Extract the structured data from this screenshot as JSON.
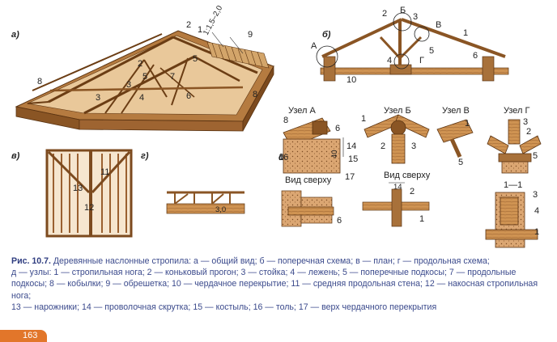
{
  "panels": {
    "a": "а)",
    "b": "б)",
    "v": "в)",
    "g": "г)",
    "d": "д)"
  },
  "nodes": {
    "A": "Узел А",
    "B": "Узел Б",
    "V": "Узел В",
    "G": "Узел Г"
  },
  "top_view": "Вид сверху",
  "section": "1—1",
  "slope": "1:1,5–2,0",
  "dims": {
    "d40": "40",
    "d14": "14",
    "d30": "3,0"
  },
  "marks_a": [
    "1",
    "2",
    "3",
    "4",
    "5",
    "6",
    "7",
    "8",
    "9"
  ],
  "circle_letters": {
    "A": "А",
    "B": "Б",
    "V": "В",
    "G": "Г"
  },
  "caption": {
    "bold": "Рис. 10.7.",
    "line1": " Деревянные наслонные стропила: а — общий вид; б — поперечная схема; в — план; г — продольная схема;",
    "line2": "д — узлы: 1 — стропильная нога; 2 — коньковый прогон; 3 — стойка; 4 — лежень; 5 — поперечные подкосы; 7 — продольные",
    "line3": "подкосы; 8 — кобылки; 9 — обрешетка; 10 — чердачное перекрытие; 11 — средняя продольная стена; 12 — накосная стропильная нога;",
    "line4": "13 — нарожники; 14 — проволочная скрутка; 15 — костыль; 16 — толь; 17 — верх чердачного перекрытия"
  },
  "page_number": "163",
  "colors": {
    "wood": "#c98a4a",
    "wood_dark": "#8a5524",
    "concrete": "#d9a676",
    "caption": "#3b4a8c",
    "accent": "#e2762a"
  }
}
